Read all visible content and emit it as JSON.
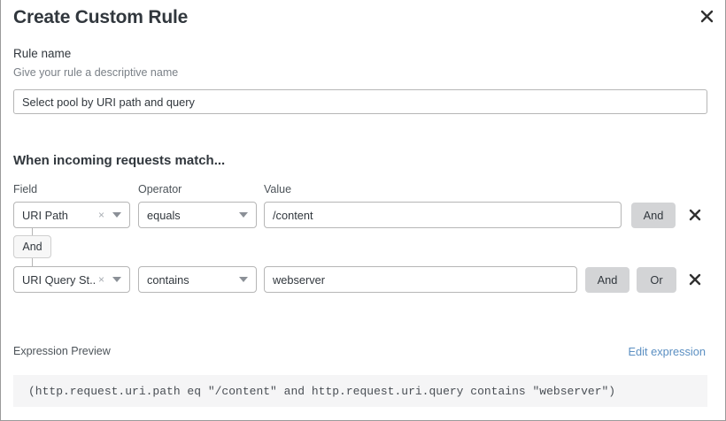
{
  "dialog": {
    "title": "Create Custom Rule",
    "close_label": "close-icon"
  },
  "rule_name": {
    "label": "Rule name",
    "hint": "Give your rule a descriptive name",
    "value": "Select pool by URI path and query",
    "placeholder": "Select pool by URI path and query"
  },
  "match_section": {
    "heading": "When incoming requests match...",
    "columns": {
      "field": "Field",
      "operator": "Operator",
      "value": "Value"
    },
    "connector": "And",
    "rows": [
      {
        "field": "URI Path",
        "operator": "equals",
        "value": "/content",
        "value_placeholder": "/content",
        "buttons": [
          "And"
        ]
      },
      {
        "field": "URI Query St...",
        "operator": "contains",
        "value": "webserver",
        "value_placeholder": "webserver",
        "buttons": [
          "And",
          "Or"
        ]
      }
    ],
    "clear_glyph": "×"
  },
  "expression": {
    "label": "Expression Preview",
    "edit_link": "Edit expression",
    "text": "(http.request.uri.path eq \"/content\" and http.request.uri.query contains \"webserver\")"
  },
  "colors": {
    "text": "#31373d",
    "muted": "#7a8087",
    "border": "#b6b6b6",
    "button_bg": "#d3d4d6",
    "link": "#5b8fc2",
    "preview_bg": "#f5f5f6"
  }
}
